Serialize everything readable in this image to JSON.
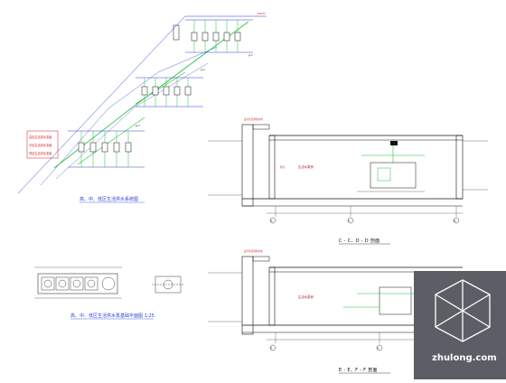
{
  "watermark": {
    "text": "zhulong.com"
  },
  "isometric_caption": "高、中、低区生活供水系统图",
  "plan_caption": "高、中、低区生活供水泵基础平面图 1:25",
  "section1": {
    "title": "C - C、D - D 剖面",
    "label_left": "设计生活消防水池",
    "room_label": "生活水泵房",
    "pump_room_label": "泵房",
    "axis": [
      "⑪",
      "⑫",
      "⑬"
    ]
  },
  "section2": {
    "title": "E - E、F - F 剖面",
    "label_left": "设计生活消防水池",
    "room_label": "生活水泵房",
    "axis": [
      "⑪",
      "⑫"
    ]
  },
  "legend_red": [
    "高区生活供水泵组",
    "中区生活供水泵组",
    "低区生活供水泵组"
  ],
  "colors": {
    "line_blue": "#2a3fd0",
    "pipe_green": "#1fbf3a",
    "text_red": "#d21a1a",
    "ink": "#111111"
  }
}
